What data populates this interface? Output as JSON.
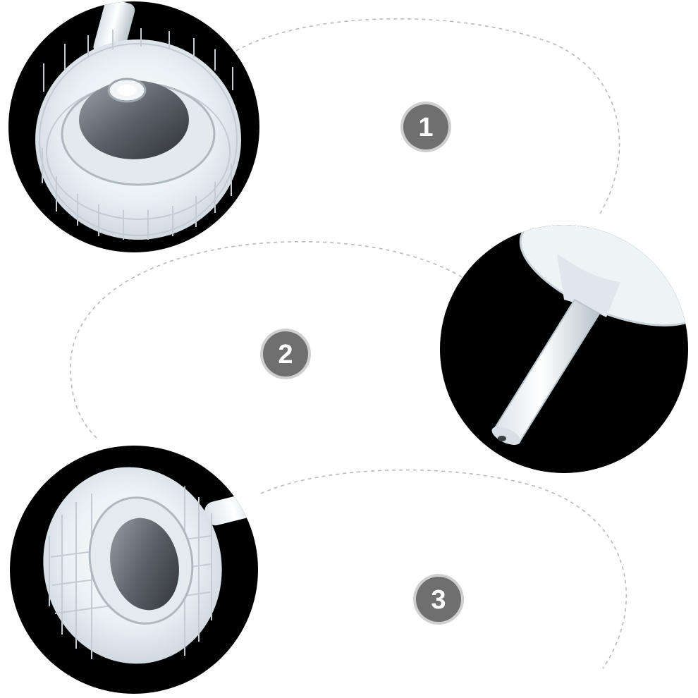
{
  "colors": {
    "background": "#ffffff",
    "circle_fill": "#000000",
    "badge_fill": "#6f6f6f",
    "badge_ring": "#cfcfcf",
    "badge_text": "#ffffff",
    "dashed_line": "#b9b9b9",
    "plastic": "#e6eef3",
    "plastic_edge": "#cfd8de"
  },
  "steps": [
    {
      "number": "1",
      "depicts": "cap-top-view-icon"
    },
    {
      "number": "2",
      "depicts": "spout-tube-icon"
    },
    {
      "number": "3",
      "depicts": "cap-side-view-icon"
    }
  ]
}
